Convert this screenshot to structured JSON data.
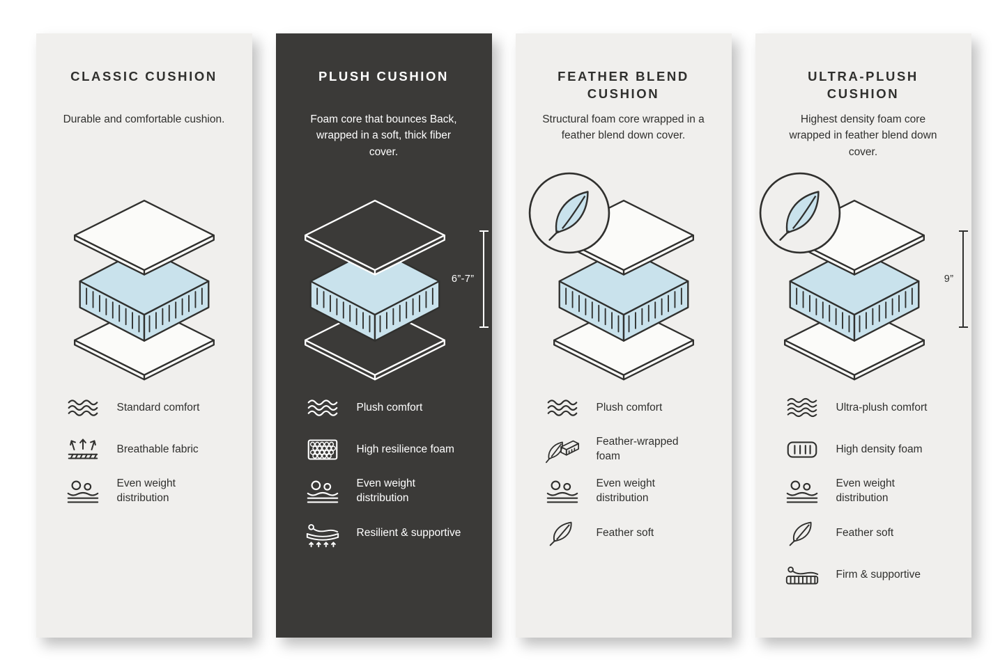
{
  "colors": {
    "page_background": "#ffffff",
    "card_light_background": "#f0efed",
    "card_dark_background": "#3b3a38",
    "line_dark": "#30302e",
    "foam_blue": "#c9e2ec",
    "text_light": "#ffffff"
  },
  "cards": [
    {
      "id": "classic-cushion",
      "theme": "light",
      "title": "CLASSIC CUSHION",
      "description": "Durable and comfortable cushion.",
      "diagram": {
        "illustration": "exploded-cushion-layers",
        "feather_badge": false,
        "measurement": null
      },
      "features": [
        {
          "icon": "waves-icon",
          "symbol": "#i-waves",
          "label": "Standard comfort"
        },
        {
          "icon": "breathable-icon",
          "symbol": "#i-breathable",
          "label": "Breathable fabric"
        },
        {
          "icon": "weight-distribution-icon",
          "symbol": "#i-distribution",
          "label": "Even weight distribution"
        }
      ]
    },
    {
      "id": "plush-cushion",
      "theme": "dark",
      "title": "PLUSH CUSHION",
      "description": "Foam core that bounces Back, wrapped in a soft, thick fiber cover.",
      "diagram": {
        "illustration": "exploded-cushion-layers",
        "feather_badge": false,
        "measurement": "6”-7”"
      },
      "features": [
        {
          "icon": "waves-icon",
          "symbol": "#i-waves",
          "label": "Plush comfort"
        },
        {
          "icon": "honeycomb-foam-icon",
          "symbol": "#i-foamcell",
          "label": "High resilience foam"
        },
        {
          "icon": "weight-distribution-icon",
          "symbol": "#i-distribution",
          "label": "Even weight distribution"
        },
        {
          "icon": "person-arrows-icon",
          "symbol": "#i-resilient",
          "label": "Resilient & supportive"
        }
      ]
    },
    {
      "id": "feather-blend-cushion",
      "theme": "light",
      "title": "FEATHER BLEND CUSHION",
      "description": "Structural foam core wrapped in a feather blend down cover.",
      "diagram": {
        "illustration": "exploded-cushion-layers",
        "feather_badge": true,
        "measurement": null
      },
      "features": [
        {
          "icon": "waves-icon",
          "symbol": "#i-waves",
          "label": "Plush comfort"
        },
        {
          "icon": "feather-foam-icon",
          "symbol": "#i-featherfoam",
          "label": "Feather-wrapped foam"
        },
        {
          "icon": "weight-distribution-icon",
          "symbol": "#i-distribution",
          "label": "Even weight distribution"
        },
        {
          "icon": "feather-icon",
          "symbol": "#i-feather",
          "label": "Feather soft"
        }
      ]
    },
    {
      "id": "ultra-plush-cushion",
      "theme": "light",
      "title": "ULTRA-PLUSH CUSHION",
      "description": "Highest density foam core wrapped in feather blend down cover.",
      "diagram": {
        "illustration": "exploded-cushion-layers",
        "feather_badge": true,
        "measurement": "9”"
      },
      "features": [
        {
          "icon": "waves-icon",
          "symbol": "#i-waves4",
          "label": "Ultra-plush comfort"
        },
        {
          "icon": "density-foam-icon",
          "symbol": "#i-density",
          "label": "High density foam"
        },
        {
          "icon": "weight-distribution-icon",
          "symbol": "#i-distribution",
          "label": "Even weight distribution"
        },
        {
          "icon": "feather-icon",
          "symbol": "#i-feather",
          "label": "Feather soft"
        },
        {
          "icon": "person-mattress-icon",
          "symbol": "#i-firm",
          "label": "Firm & supportive"
        }
      ]
    }
  ]
}
